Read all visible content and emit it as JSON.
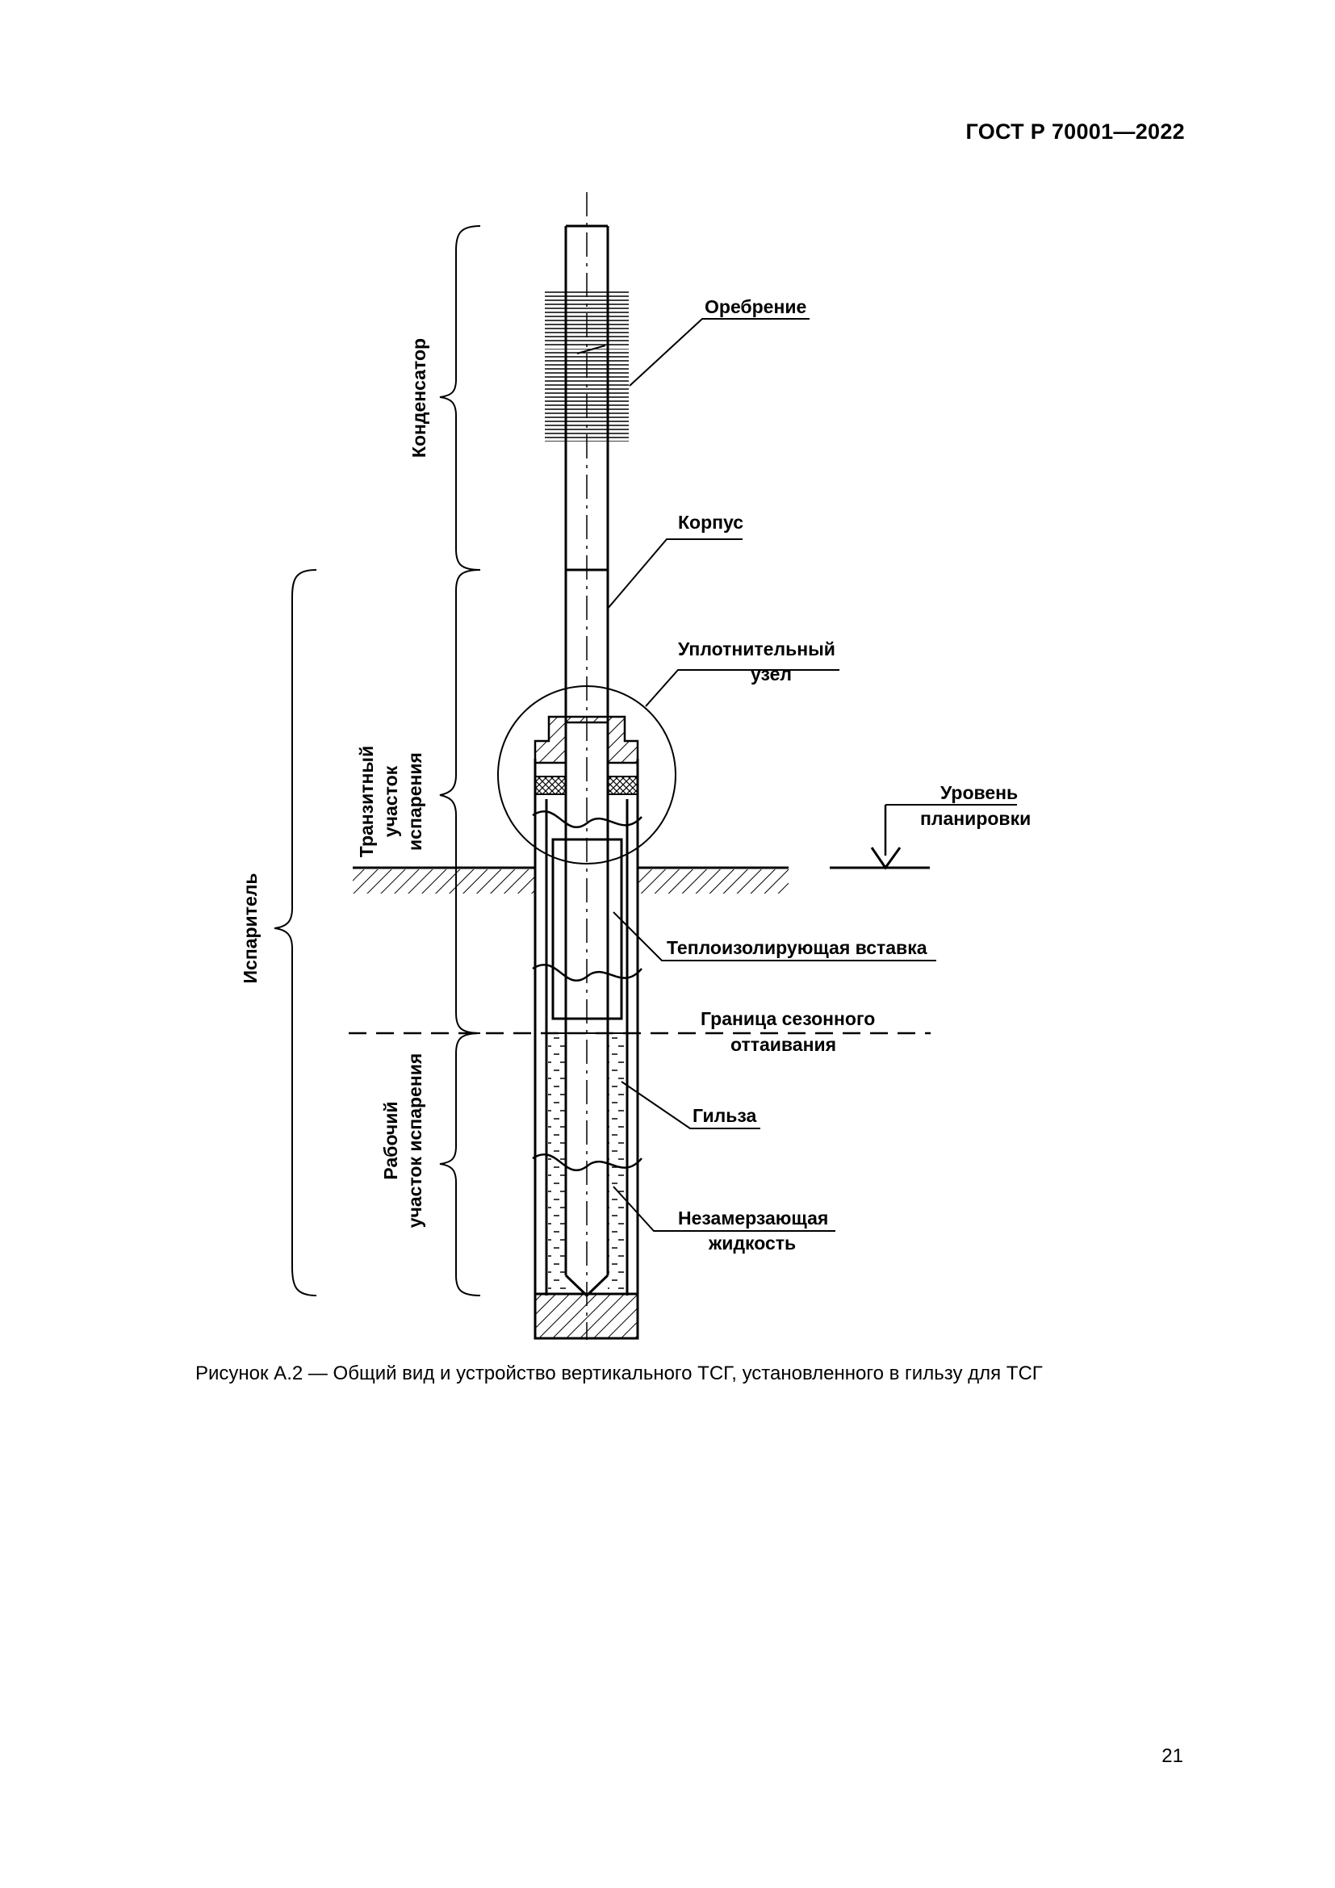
{
  "header": {
    "doc_id": "ГОСТ Р 70001—2022"
  },
  "figure": {
    "labels": {
      "orebrenie": "Оребрение",
      "korpus": "Корпус",
      "uplotn_1": "Уплотнительный",
      "uplotn_2": "узел",
      "uroven_1": "Уровень",
      "uroven_2": "планировки",
      "vstavka": "Теплоизолирующая вставка",
      "granica_1": "Граница сезонного",
      "granica_2": "оттаивания",
      "gilza": "Гильза",
      "zhidkost_1": "Незамерзающая",
      "zhidkost_2": "жидкость",
      "kondensator": "Конденсатор",
      "tranzit_1": "Транзитный",
      "tranzit_2": "участок",
      "tranzit_3": "испарения",
      "isparitel": "Испаритель",
      "rabochiy_1": "Рабочий",
      "rabochiy_2": "участок испарения"
    }
  },
  "caption": "Рисунок А.2 — Общий вид и устройство вертикального ТСГ, установленного в гильзу для ТСГ",
  "page_number": "21"
}
